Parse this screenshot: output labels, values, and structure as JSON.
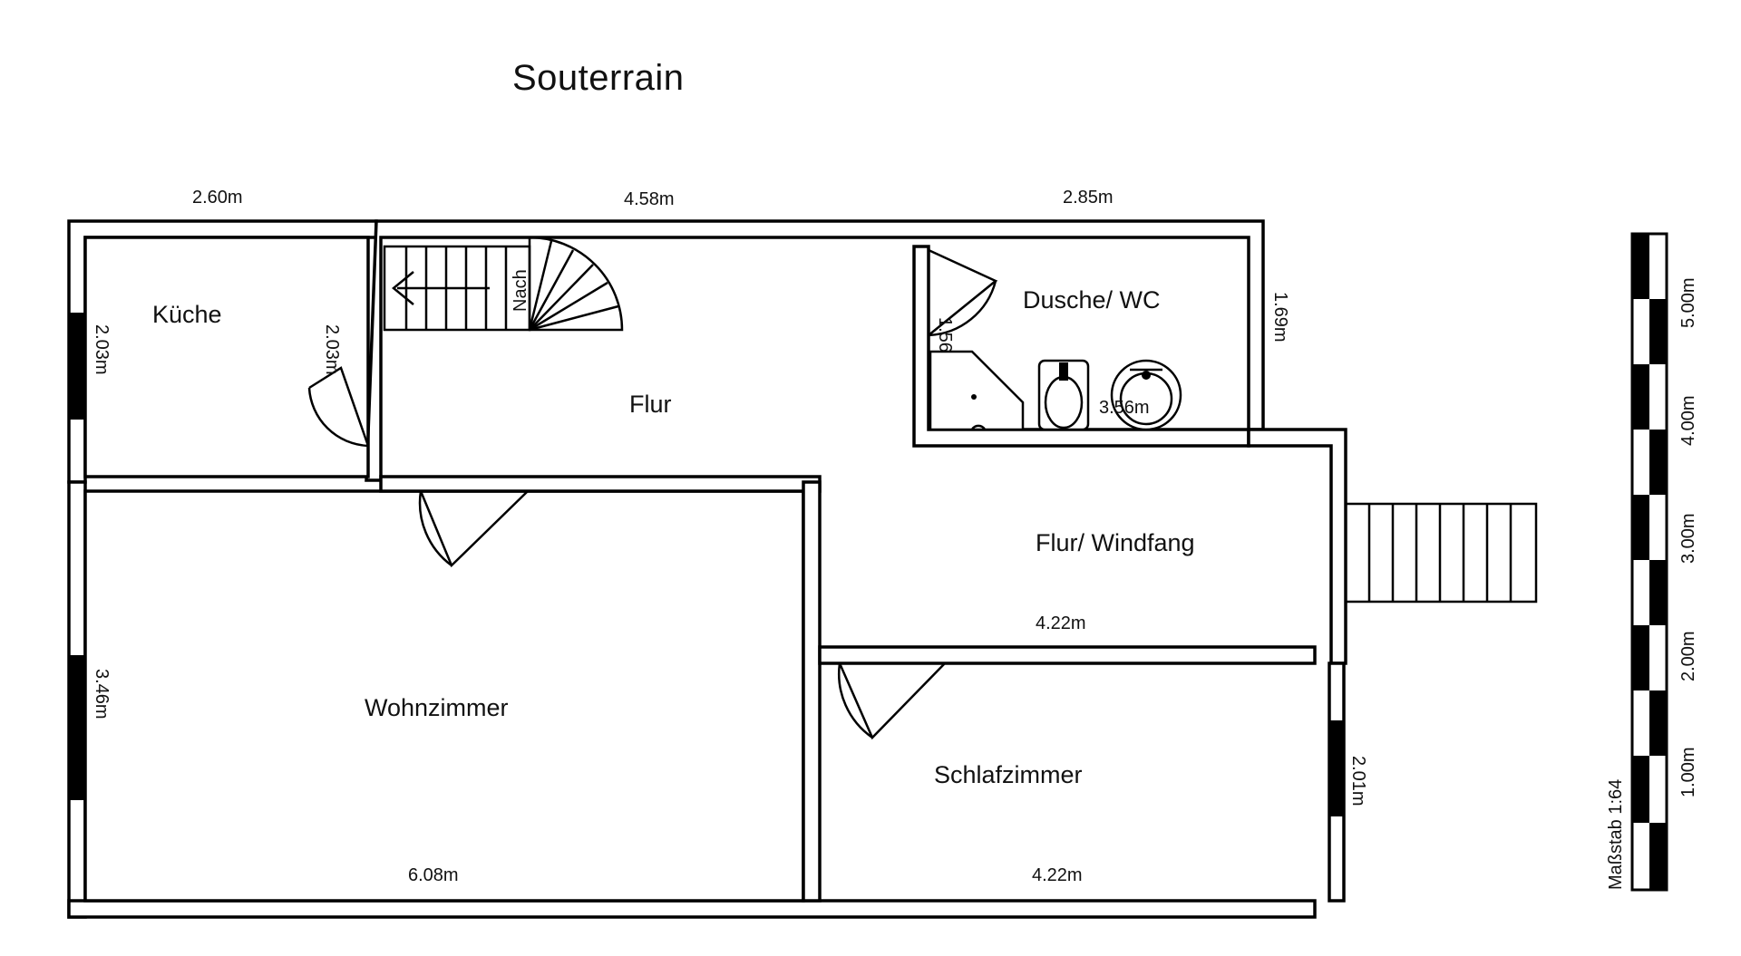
{
  "title": "Souterrain",
  "rooms": {
    "kueche": "Küche",
    "flur": "Flur",
    "dusche_wc": "Dusche/ WC",
    "flur_windfang": "Flur/ Windfang",
    "wohnzimmer": "Wohnzimmer",
    "schlafzimmer": "Schlafzimmer"
  },
  "stairs_label": "Nach",
  "dimensions": {
    "top_left": "2.60m",
    "top_middle": "4.58m",
    "top_right": "2.85m",
    "kueche_left": "2.03m",
    "kueche_right": "2.03m",
    "dusche_right": "1.69m",
    "dusche_inner": "1.56",
    "dusche_bottom": "3.56m",
    "windfang_bottom": "4.22m",
    "wohnzimmer_left": "3.46m",
    "wohnzimmer_bottom": "6.08m",
    "schlafzimmer_bottom": "4.22m",
    "schlafzimmer_right": "2.01m"
  },
  "scale": {
    "caption": "Maßstab 1:64",
    "ticks": [
      "1.00m",
      "2.00m",
      "3.00m",
      "4.00m",
      "5.00m"
    ]
  }
}
